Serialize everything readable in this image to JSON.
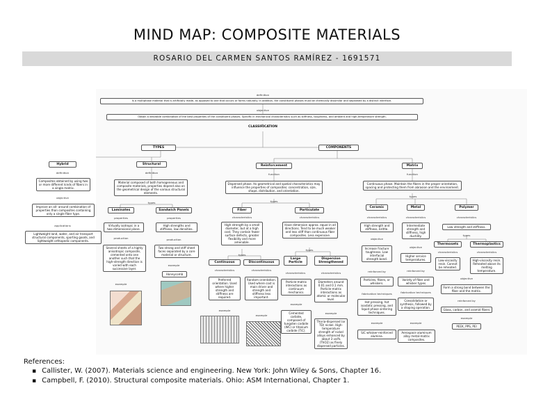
{
  "header": {
    "title": "MIND MAP: COMPOSITE MATERIALS",
    "author": "ROSARIO DEL CARMEN SANTOS RAMÍREZ - 1691571"
  },
  "map": {
    "definition_link": "definition",
    "definition": "Is a multiphase material that is artificially made, as opposed to one that occurs or forms naturally. In addition, the constituent phases must be chemically dissimilar and separated by a distinct interface.",
    "objective_link": "objective",
    "objective": "Obtain a desirable combination of the best properties of the constituent phases. Specific in mechanical characteristics such as stiffness, toughness, and ambient and high-temperature strength.",
    "classification": "CLASSIFICATION",
    "types": "TYPES",
    "components": "COMPONENTS",
    "hybrid": "Hybrid",
    "hybrid_def_link": "definition",
    "hybrid_def": "Composites obtained by using two or more different kinds of fibers in a single matrix.",
    "hybrid_obj_link": "objective",
    "hybrid_obj": "Improve an all- around combination of properties than composites containing only a single fiber type.",
    "hybrid_app_link": "applications",
    "hybrid_app": "Lightweight land, water, and air transport structural components, sporting goods, and lightweight orthopedic components.",
    "structural": "Structural",
    "structural_def_link": "definition",
    "structural_def": "Material composed of both homogeneous and composite materials, properties depend also on the geometrical design of the various structural elements.",
    "structural_types_link": "types",
    "laminates": "Laminates",
    "laminates_prop_link": "properties",
    "laminates_prop": "Virtually isotropic in a two-dimensional plane.",
    "laminates_prod_link": "production",
    "laminates_prod": "Several sheets of a highly anisotropic composite, cemented onto one another such that the high-strength direction is varied with each successive layer.",
    "laminates_ex_link": "example",
    "sandwich": "Sandwich Panels",
    "sandwich_prop_link": "properties",
    "sandwich_prop": "High strengths and stiffness, low densities.",
    "sandwich_prod_link": "production",
    "sandwich_prod": "Two strong and stiff sheet faces separated by a core material or structure.",
    "sandwich_ex_link": "example",
    "sandwich_ex": "Honeycomb",
    "reinforcement": "Reinforcement",
    "reinf_func_link": "function",
    "reinf_func": "Dispersed phase. Its geometrical and spatial characteristics may influence the properties of composites: concentration, size, shape, distribution, and orientation.",
    "reinf_types_link": "types",
    "fiber": "Fiber",
    "fiber_char_link": "characteristics",
    "fiber_char": "High strength by a small diameter, but at a high cost. They contain fewer surface defects, greater flexibility and more amenable.",
    "fiber_types_link": "types",
    "continuous": "Continuous",
    "continuous_char_link": "characteristics",
    "continuous_char": "Preferred orientation. Used where higher strength and stiffness are required.",
    "continuous_ex_link": "example",
    "discontinuous": "Discontinuous",
    "discontinuous_char_link": "characteristics",
    "discontinuous_char": "Random orientation. Used where cost is main driver and strength and stiffness less important.",
    "discontinuous_ex_link": "example",
    "particulate": "Particulate",
    "particulate_char_link": "characteristics",
    "particulate_char": "Have dimension approx. equal in all directions. Tend to be much weaker and less stiff than continuous fiber composites. Less expensive.",
    "particulate_types_link": "types",
    "large": "Large Particle",
    "large_char_link": "characteristics",
    "large_char": "Particle-matrix interactions as continuum mechanics.",
    "large_ex_link": "example",
    "large_ex": "Cemented carbide, composed of tungsten carbide (WC) or titanium carbide (TiC).",
    "dispersion": "Dispersion Strengthened",
    "dispersion_char_link": "characteristics",
    "dispersion_char": "Diameters around 0.01 and 0.1 mm. Particle-matrix interactions as atomic or molecular level.",
    "dispersion_ex_link": "example",
    "dispersion_ex": "Thoria-dispersed (or TD) nickel. High-temperature strength of nickel alloys enhanced by about 3 vol% (ThO2) as finely dispersed particles.",
    "matrix": "Matrix",
    "matrix_func_link": "function",
    "matrix_func": "Continuous phase. Maintain the fibers in the proper orientation, spacing and protecting them from abrasion and the environment.",
    "matrix_types_link": "types",
    "ceramic": "Ceramic",
    "ceramic_char_link": "characteristics",
    "ceramic_char": "High strength and stiffness, brittle.",
    "ceramic_obj_link": "objective",
    "ceramic_obj": "Increase fracture toughness. Low interfacial strength bond.",
    "ceramic_reinf_link": "reinforced by",
    "ceramic_reinf": "Particles, fibers, or whiskers.",
    "ceramic_fab_link": "fabrication techniques",
    "ceramic_fab": "Hot pressing, hot isostatic pressing, and liquid phase sintering techniques.",
    "ceramic_ex_link": "example",
    "ceramic_ex": "SiC whisker-reinforced alumina.",
    "metal": "Metal",
    "metal_char_link": "characteristics",
    "metal_char": "Intermediate strength and stiffness, high ductility.",
    "metal_obj_link": "objective",
    "metal_obj": "Higher service temperatures.",
    "metal_reinf_link": "reinforced by",
    "metal_reinf": "Variety of fiber and whisker types",
    "metal_fab_link": "fabrication techniques",
    "metal_fab": "Consolidation or synthesis, followed by a shaping operation.",
    "metal_ex_link": "example",
    "metal_ex": "Aerospace aluminum alloy metal-matrix composites.",
    "polymer": "Polymer",
    "polymer_char_link": "characteristics",
    "polymer_char": "Low strength and stiffness.",
    "polymer_types_link": "types",
    "thermosets": "Thermosets",
    "thermosets_char_link": "characteristics",
    "thermosets_char": "Low-viscosity resin. Cannot be reheated.",
    "thermoplastics": "Thermoplastics",
    "thermoplastics_char_link": "characteristics",
    "thermoplastics_char": "High-viscosity resin. Reheated above its melting temperature.",
    "polymer_obj_link": "objective",
    "polymer_obj": "Form a strong bond between the fiber and the matrix.",
    "polymer_reinf_link": "reinforced by",
    "polymer_reinf": "Glass, carbon, and aramid fibers",
    "polymer_ex_link": "example",
    "polymer_ex": "PEEK, PPS, PEI"
  },
  "references": {
    "heading": "References:",
    "items": [
      "Callister, W. (2007). Materials science and engineering. New York: John Wiley & Sons, Chapter 16.",
      "Campbell, F. (2010). Structural composite materials. Ohio: ASM International, Chapter 1."
    ]
  }
}
